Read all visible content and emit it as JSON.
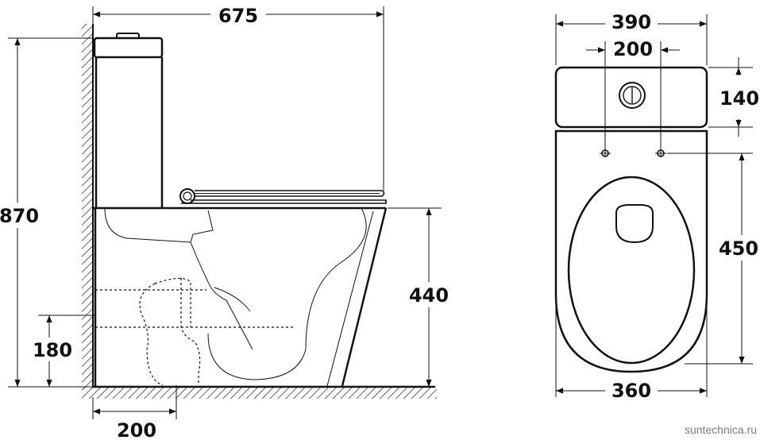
{
  "side_view": {
    "overall_length": "675",
    "overall_height": "870",
    "seat_height": "440",
    "outlet_height": "180",
    "outlet_offset": "200"
  },
  "top_view": {
    "overall_width": "390",
    "mount_hole_spacing": "200",
    "tank_depth": "140",
    "bowl_length": "450",
    "base_width": "360"
  },
  "watermark": "suntechnica.ru"
}
